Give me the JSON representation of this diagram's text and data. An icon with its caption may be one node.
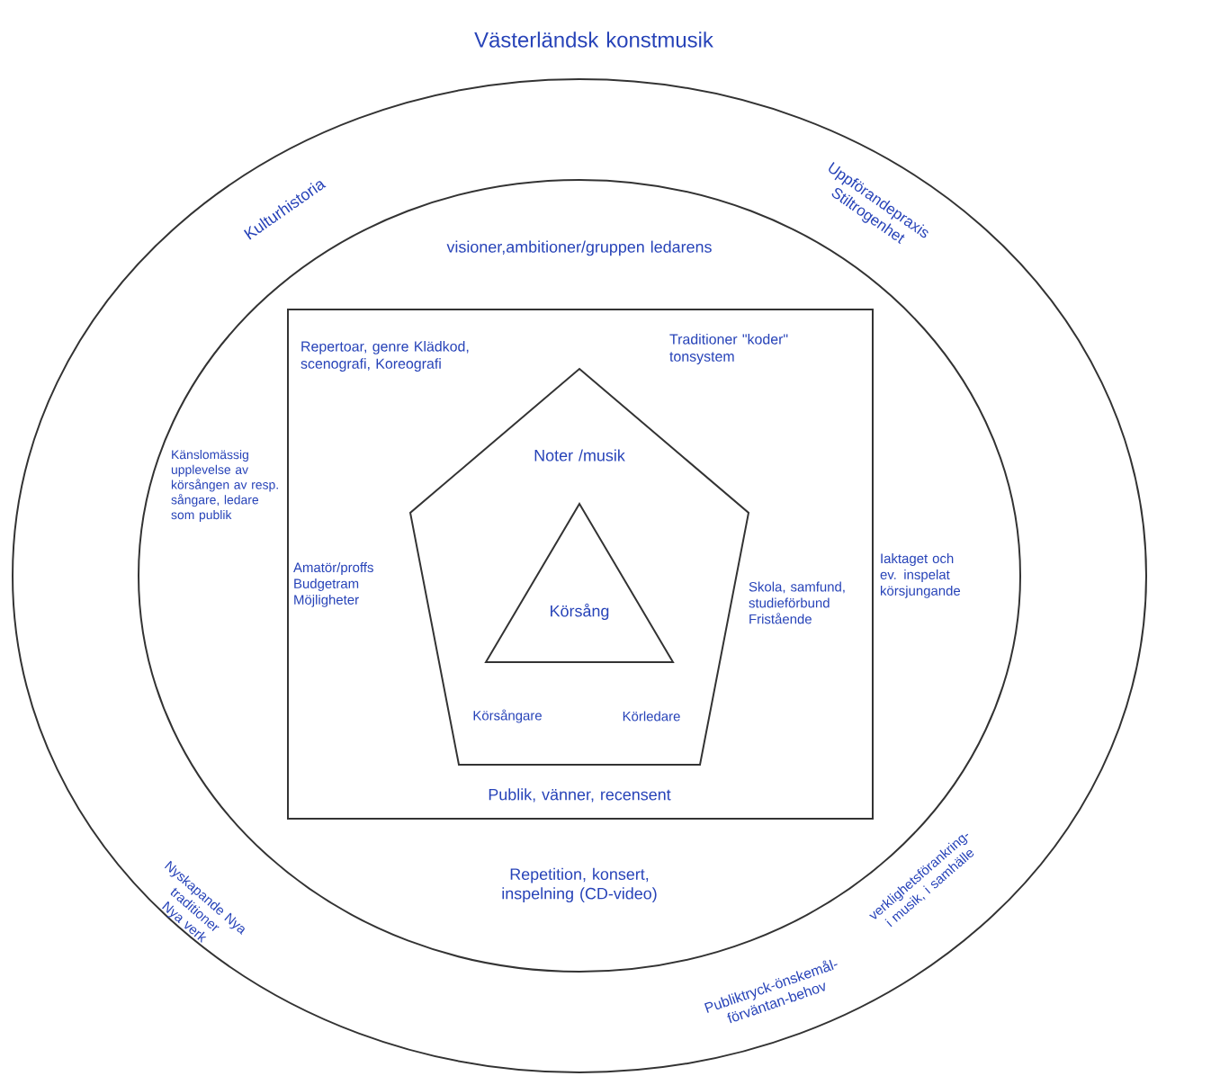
{
  "diagram": {
    "nodes": [
      {
        "text": [
          "Västerländsk konstmusik",
          "Kulturhistoria",
          "Uppförandepraxis Stiltrogenhet",
          "Nyskapande Nya traditioner Nya verk",
          "verklighetsförankring-i musik, i samhälle",
          "Publiktryck-önskemål-förväntan-behov"
        ]
      },
      {
        "text": [
          "visioner,ambitioner/gruppen ledarens",
          "Känslomässig upplevelse av körsången av resp. sångare, ledare som publik",
          "Iaktaget och ev. inspelat körsjungande",
          "Repetition, konsert, inspelning (CD-video)"
        ],
        "in": 0
      },
      {
        "text": [
          "Repertoar, genre Klädkod, scenografi, Koreografi",
          "Traditioner \"koder\" tonsystem",
          "Amatör/proffs Budgetram Möjligheter",
          "Skola, samfund, studieförbund Fristående",
          "Publik, vänner, recensent"
        ],
        "in": 1
      },
      {
        "text": [
          "Noter /musik",
          "Körsångare",
          "Körledare"
        ],
        "in": 2
      },
      {
        "text": [
          "Körsång"
        ],
        "in": 3
      }
    ]
  }
}
